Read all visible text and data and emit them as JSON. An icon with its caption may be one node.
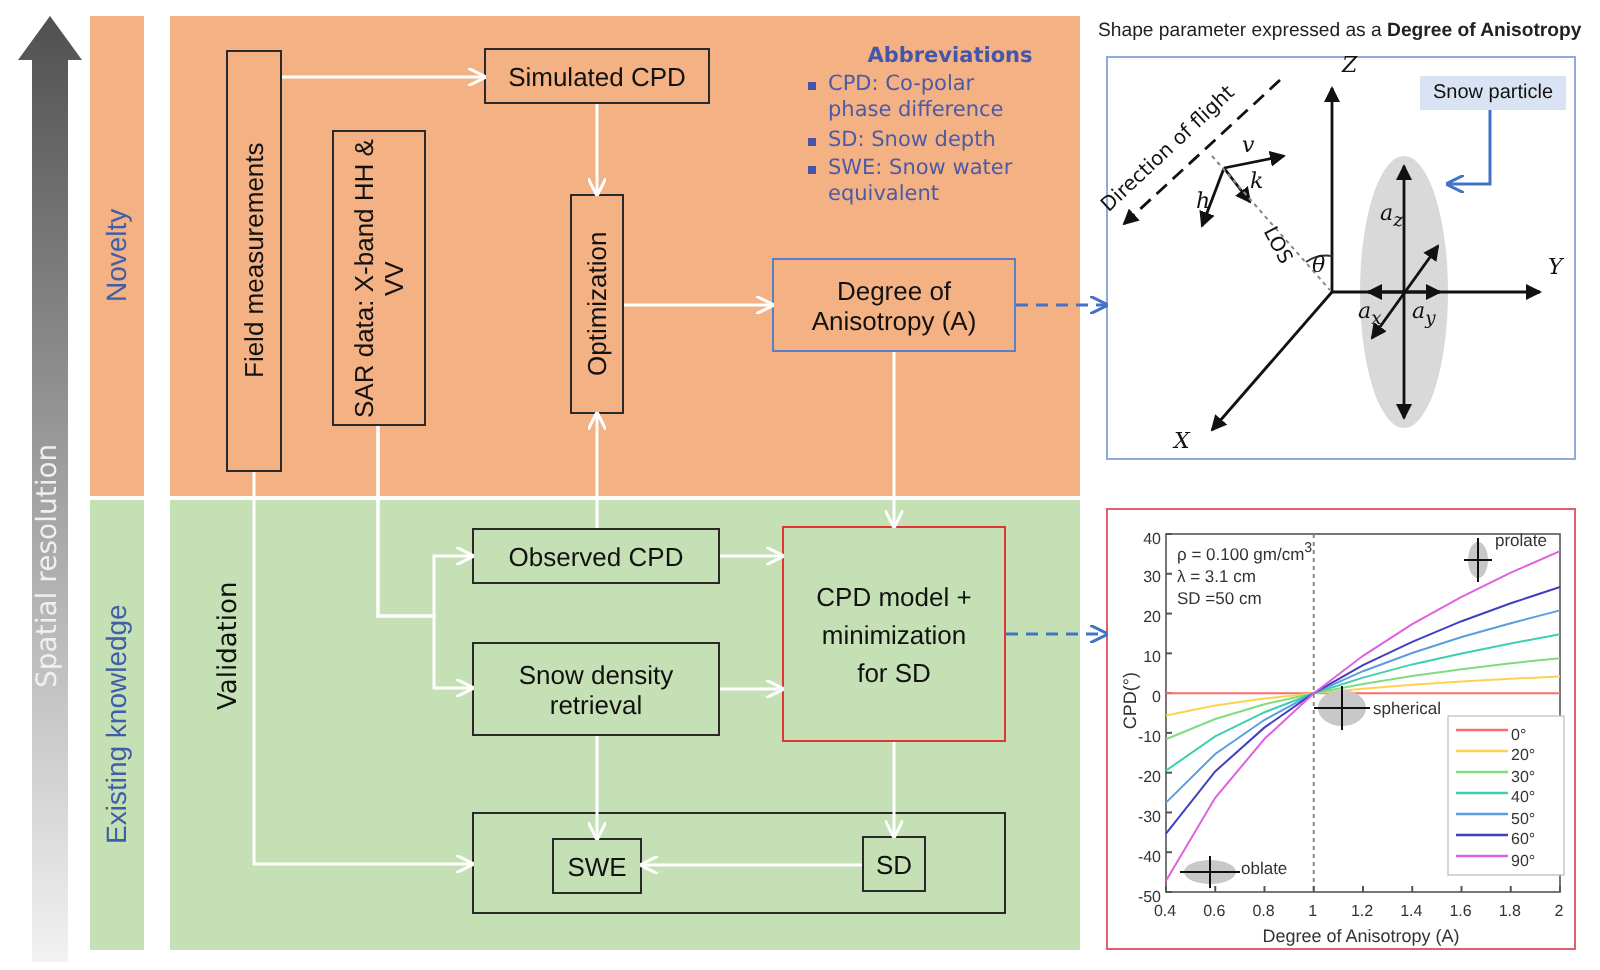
{
  "diagram": {
    "nodes": [
      {
        "text": [
          "Novelty"
        ]
      },
      {
        "text": [
          "Field measurements"
        ]
      },
      {
        "text": [
          "Simulated CPD"
        ]
      },
      {
        "text": [
          "SAR data: X-band HH & VV"
        ]
      },
      {
        "text": [
          "Optimization"
        ]
      },
      {
        "text": [
          "Degree of Anisotropy (A)"
        ]
      },
      {
        "text": [
          "Shape parameter expressed as a **Degree of Anisotropy**"
        ]
      },
      {
        "text": [
          "Snow particle"
        ],
        "in": 6
      },
      {
        "text": [
          "Existing knowledge"
        ]
      },
      {
        "text": [
          "Observed CPD"
        ]
      },
      {
        "text": [
          "Snow density retrieval"
        ]
      },
      {
        "text": [
          "CPD model + minimization for SD"
        ]
      },
      {
        "text": [],
        "shape": "box"
      },
      {
        "text": [],
        "shape": "box"
      },
      {
        "text": [
          "SWE"
        ],
        "in": 13
      },
      {
        "text": [
          "SD"
        ],
        "in": 13
      }
    ],
    "edges": [
      {
        "from": 1,
        "to": 2,
        "arrow": "to"
      },
      {
        "from": 2,
        "to": 4,
        "arrow": "to"
      },
      {
        "from": 4,
        "to": 5,
        "arrow": "to"
      },
      {
        "from": 9,
        "to": 4,
        "arrow": "to"
      },
      {
        "from": 3,
        "to": 9,
        "arrow": "to"
      },
      {
        "from": 3,
        "to": 10,
        "arrow": "to"
      },
      {
        "from": 9,
        "to": 11,
        "arrow": "to"
      },
      {
        "from": 10,
        "to": 11,
        "arrow": "to"
      },
      {
        "from": 5,
        "to": 11,
        "arrow": "to"
      },
      {
        "from": 11,
        "to": 15,
        "arrow": "to"
      },
      {
        "from": 15,
        "to": 14,
        "arrow": "to"
      },
      {
        "from": 10,
        "to": 14,
        "arrow": "to"
      },
      {
        "from": 1,
        "to": 13,
        "arrow": "to"
      },
      {
        "from": 5,
        "to": 6,
        "arrow": "to",
        "style": "dashed",
        "color": "#4472c4"
      },
      {
        "from": 11,
        "to": 12,
        "arrow": "to",
        "style": "dashed",
        "color": "#4472c4"
      },
      {
        "from": 7,
        "to": null,
        "arrow": "to",
        "color": "#4472c4"
      }
    ],
    "labels": [
      "Spatial resolution",
      "Abbreviations",
      "CPD: Co-polar phase difference",
      "SD: Snow depth",
      "SWE: Snow water equivalent",
      "Validation",
      "Direction of flight",
      "v",
      "h",
      "k",
      "LOS",
      "θ",
      "Z",
      "Y",
      "X",
      "a$_{z}$",
      "a$_{x}$",
      "a$_{y}$"
    ],
    "chart_data": {
      "type": "line",
      "xlabel": "Degree of Anisotropy (A)",
      "ylabel": "CPD(°)",
      "x": [
        0.4,
        0.6,
        0.8,
        1,
        1.2,
        1.4,
        1.6,
        1.8,
        2
      ],
      "xlim": [
        0.4,
        2
      ],
      "ylim": [
        -50,
        40
      ],
      "xticks": [
        0.4,
        0.6,
        0.8,
        1,
        1.2,
        1.4,
        1.6,
        1.8,
        2
      ],
      "yticks": [
        -50,
        -40,
        -30,
        -20,
        -10,
        0,
        10,
        20,
        30,
        40
      ],
      "series": [
        {
          "name": "0°",
          "color": "#ff6b6b",
          "values": [
            0,
            0,
            0,
            0,
            0,
            0,
            0,
            0,
            0
          ]
        },
        {
          "name": "20°",
          "color": "#ffd24d",
          "values": [
            -5.6,
            -3.1,
            -1.4,
            0,
            1.1,
            2.1,
            2.9,
            3.6,
            4.2
          ]
        },
        {
          "name": "30°",
          "color": "#7fdc7f",
          "values": [
            -11.6,
            -6.5,
            -2.8,
            0,
            2.3,
            4.3,
            6.0,
            7.5,
            8.8
          ]
        },
        {
          "name": "40°",
          "color": "#3fcfb0",
          "values": [
            -19.5,
            -10.9,
            -4.8,
            0,
            3.9,
            7.2,
            10.0,
            12.5,
            14.8
          ]
        },
        {
          "name": "50°",
          "color": "#5a9ee0",
          "values": [
            -27.5,
            -15.3,
            -6.7,
            0,
            5.5,
            10.1,
            14.1,
            17.6,
            20.8
          ]
        },
        {
          "name": "60°",
          "color": "#4040c0",
          "values": [
            -35.3,
            -19.7,
            -8.6,
            0,
            7.0,
            12.9,
            18.1,
            22.6,
            26.7
          ]
        },
        {
          "name": "90°",
          "color": "#e060e0",
          "values": [
            -47.2,
            -26.3,
            -11.5,
            0,
            9.4,
            17.3,
            24.2,
            30.3,
            35.7
          ]
        }
      ],
      "legend": "lower right",
      "annotations": [
        "ρ = 0.100 gm/cm$^{3}$",
        "λ = 3.1 cm",
        "SD =50 cm",
        "prolate",
        "spherical",
        "oblate"
      ]
    }
  }
}
